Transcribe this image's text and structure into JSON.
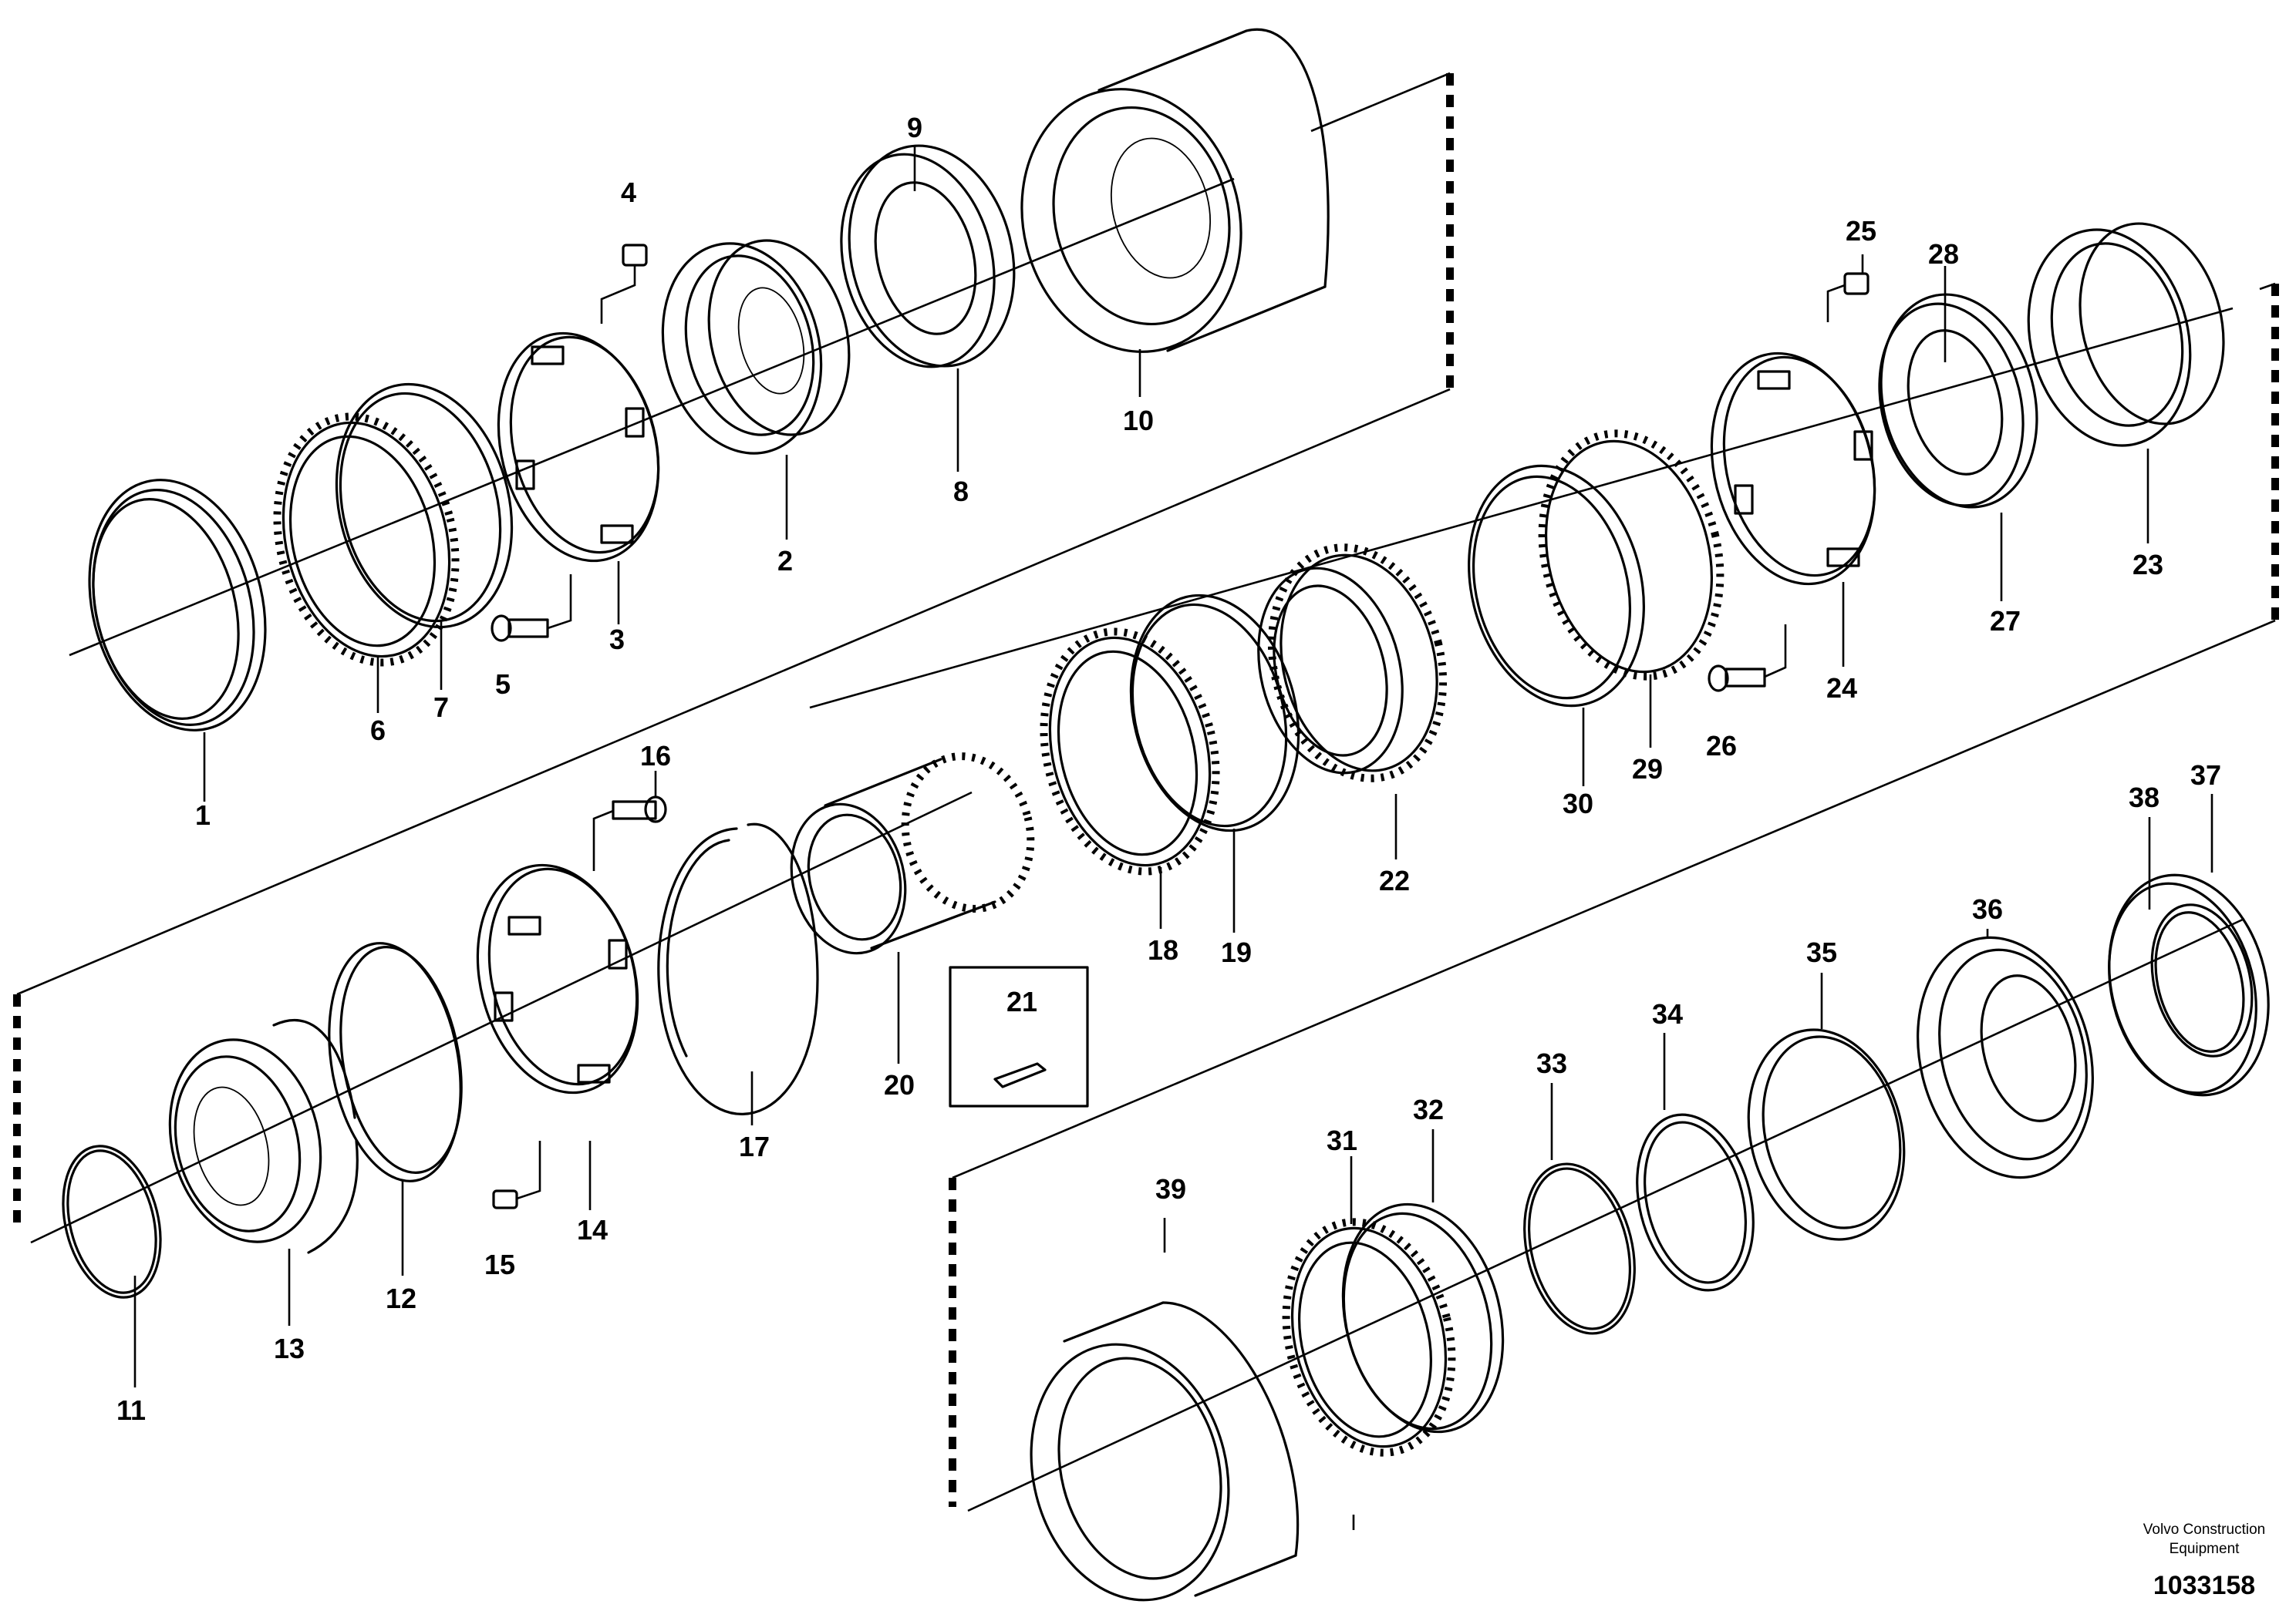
{
  "callouts": {
    "c1": "1",
    "c2": "2",
    "c3": "3",
    "c4": "4",
    "c5": "5",
    "c6": "6",
    "c7": "7",
    "c8": "8",
    "c9": "9",
    "c10": "10",
    "c11": "11",
    "c12": "12",
    "c13": "13",
    "c14": "14",
    "c15": "15",
    "c16": "16",
    "c17": "17",
    "c18": "18",
    "c19": "19",
    "c20": "20",
    "c21": "21",
    "c22": "22",
    "c23": "23",
    "c24": "24",
    "c25": "25",
    "c26": "26",
    "c27": "27",
    "c28": "28",
    "c29": "29",
    "c30": "30",
    "c31": "31",
    "c32": "32",
    "c33": "33",
    "c34": "34",
    "c35": "35",
    "c36": "36",
    "c37": "37",
    "c38": "38",
    "c39": "39"
  },
  "footer": {
    "publisher_line1": "Volvo Construction",
    "publisher_line2": "Equipment",
    "document_number": "1033158"
  }
}
